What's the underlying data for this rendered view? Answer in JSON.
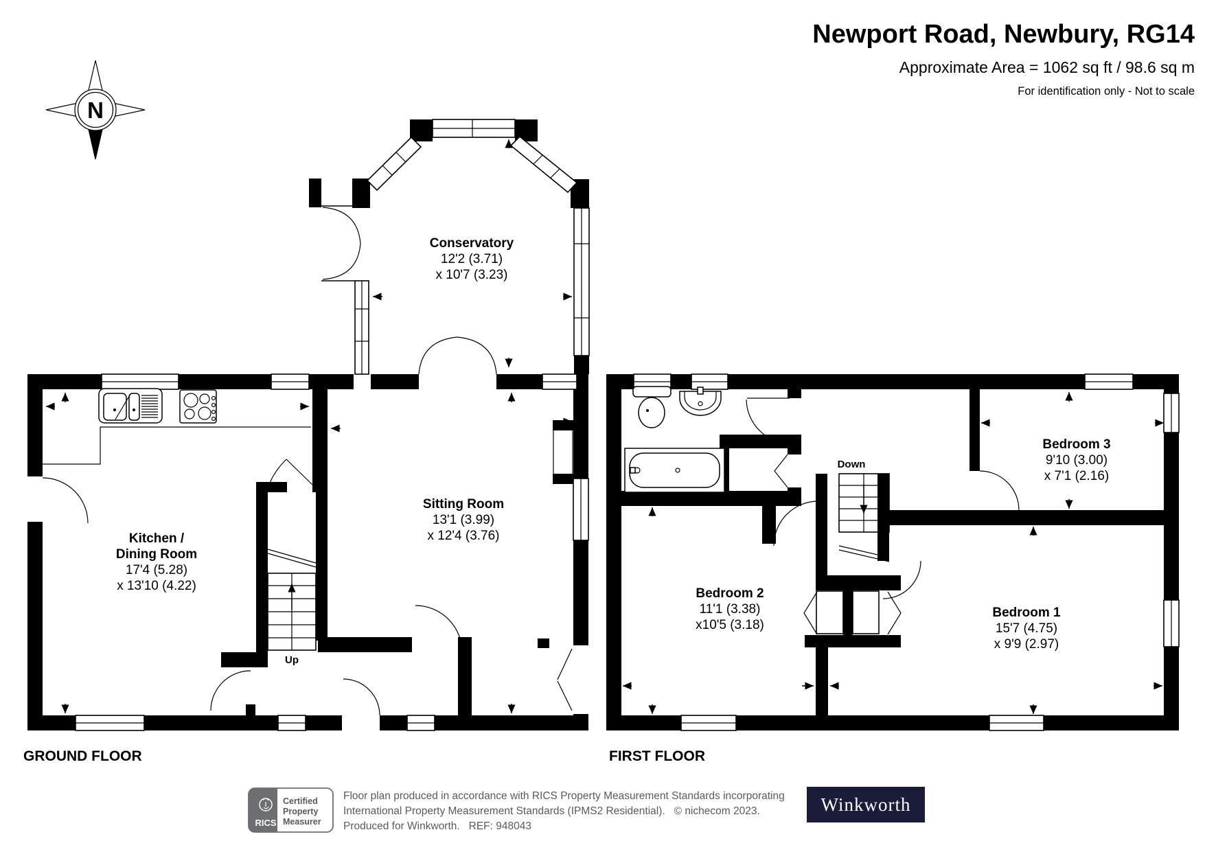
{
  "header": {
    "title": "Newport Road, Newbury, RG14",
    "area": "Approximate Area = 1062 sq ft / 98.6 sq m",
    "disclaimer": "For identification only - Not to scale"
  },
  "compass": {
    "north_label": "N"
  },
  "floors": {
    "ground": {
      "label": "GROUND FLOOR"
    },
    "first": {
      "label": "FIRST FLOOR"
    }
  },
  "rooms": {
    "conservatory": {
      "name": "Conservatory",
      "dim1": "12'2 (3.71)",
      "dim2": "x 10'7 (3.23)"
    },
    "sitting": {
      "name": "Sitting Room",
      "dim1": "13'1 (3.99)",
      "dim2": "x 12'4 (3.76)"
    },
    "kitchen": {
      "name1": "Kitchen /",
      "name2": "Dining Room",
      "dim1": "17'4 (5.28)",
      "dim2": "x 13'10 (4.22)"
    },
    "bedroom1": {
      "name": "Bedroom 1",
      "dim1": "15'7 (4.75)",
      "dim2": "x 9'9 (2.97)"
    },
    "bedroom2": {
      "name": "Bedroom 2",
      "dim1": "11'1 (3.38)",
      "dim2": "x10'5 (3.18)"
    },
    "bedroom3": {
      "name": "Bedroom 3",
      "dim1": "9'10 (3.00)",
      "dim2": "x 7'1 (2.16)"
    }
  },
  "stairs": {
    "up": "Up",
    "down": "Down"
  },
  "footer": {
    "rics_brand": "RICS",
    "cert_line1": "Certified",
    "cert_line2": "Property",
    "cert_line3": "Measurer",
    "text1": "Floor plan produced in accordance with RICS Property Measurement Standards incorporating",
    "text2": "International Property Measurement Standards (IPMS2 Residential).   © nichecom 2023.",
    "text3": "Produced for Winkworth.   REF: 948043",
    "winkworth": "Winkworth"
  },
  "colors": {
    "navy": "#1b1c3a",
    "logo_gray": "#6d6e71",
    "text_gray": "#595a5c"
  }
}
